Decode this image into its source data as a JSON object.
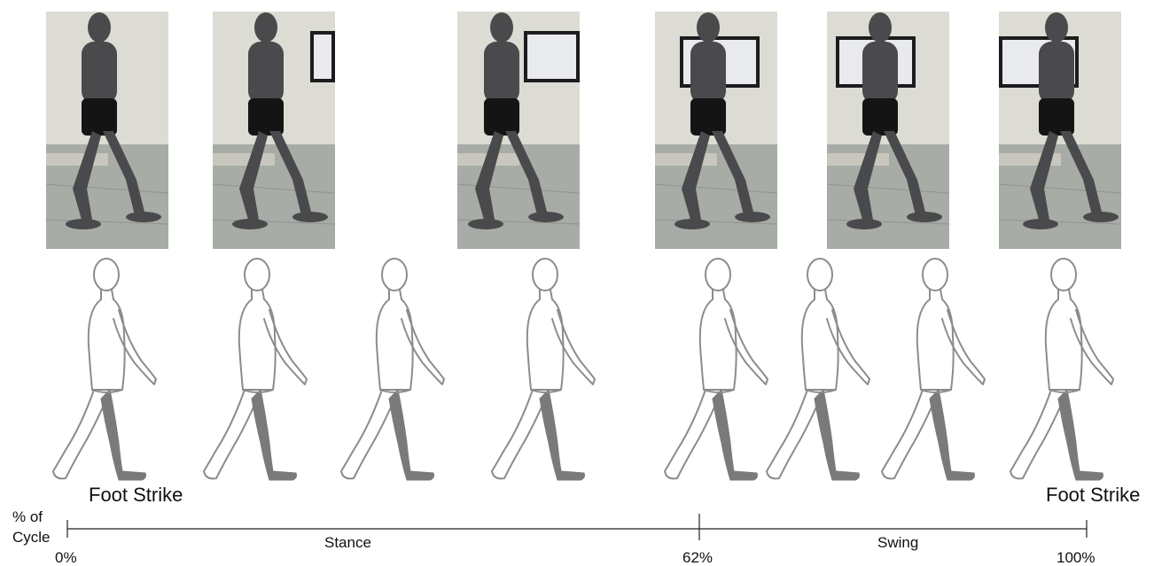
{
  "photos": [
    {
      "name": "photo-frame-1",
      "has_monitor": false
    },
    {
      "name": "photo-frame-2",
      "has_monitor": true
    },
    {
      "name": "photo-frame-3",
      "has_monitor": true
    },
    {
      "name": "photo-frame-4",
      "has_monitor": true
    },
    {
      "name": "photo-frame-5",
      "has_monitor": true
    },
    {
      "name": "photo-frame-6",
      "has_monitor": true
    }
  ],
  "colors": {
    "outline": "#8c8c8c",
    "leg_fill": "#7a7a7a",
    "wall": "#dcdcd4",
    "floor": "#a7aca6",
    "body": "#4a4a4c"
  },
  "labels": {
    "foot_strike_left": "Foot Strike",
    "foot_strike_right": "Foot Strike",
    "axis_title_line1": "% of",
    "axis_title_line2": "Cycle",
    "pct_start": "0%",
    "pct_mid": "62%",
    "pct_end": "100%",
    "phase_stance": "Stance",
    "phase_swing": "Swing"
  }
}
